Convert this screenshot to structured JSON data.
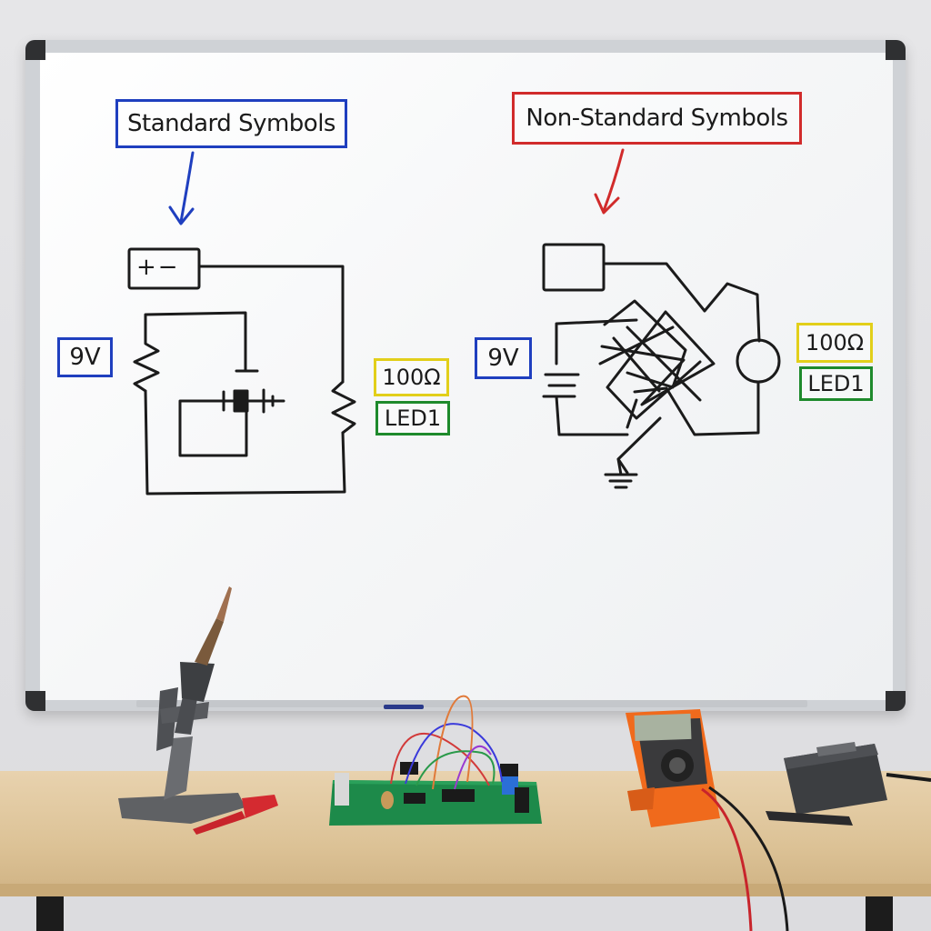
{
  "whiteboard": {
    "headings": {
      "standard": "Standard Symbols",
      "non_standard": "Non-Standard Symbols"
    },
    "standard_circuit": {
      "battery_label": "9V",
      "battery_sign": "+−",
      "resistor_label": "100Ω",
      "led_label": "LED1"
    },
    "non_standard_circuit": {
      "battery_label": "9V",
      "resistor_label": "100Ω",
      "led_label": "LED1"
    }
  },
  "colors": {
    "blue_marker": "#1f3fbf",
    "red_marker": "#d12b2b",
    "yellow_marker": "#e2cf1a",
    "green_marker": "#1e8a2c",
    "ink": "#1b1b1b"
  },
  "desk_items": [
    "soldering-iron",
    "test-probe",
    "breadboard",
    "multimeter",
    "power-adapter"
  ]
}
